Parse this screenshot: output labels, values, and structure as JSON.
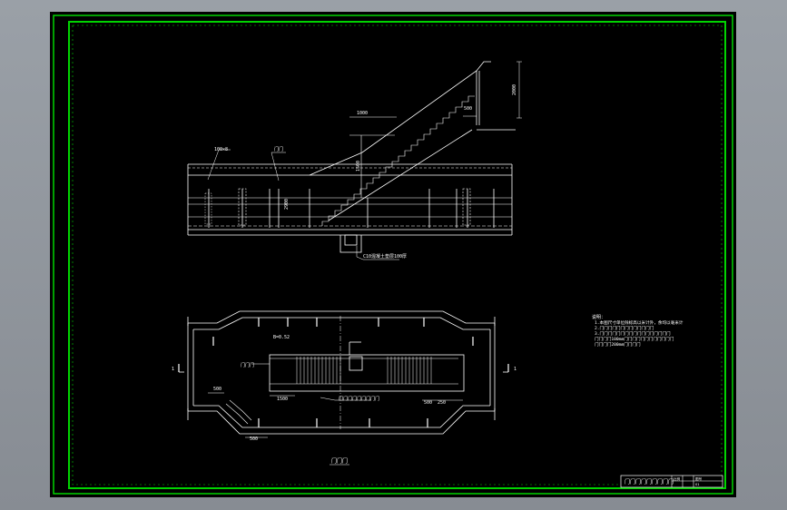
{
  "colors": {
    "background": "#000000",
    "frame": "#00d400",
    "linework": "#ffffff",
    "viewer": "#8f949b"
  },
  "drawing": {
    "elevation_labels": {
      "dim_top_run": "1000",
      "dim_vertical": "2000",
      "dim_landing": "500",
      "dim_riser": "1500",
      "dim_mid": "2900",
      "leader_left": "100×8",
      "leader_right": "门门",
      "leader_bottom": "C10混凝土垫层100厚"
    },
    "plan_labels": {
      "dim_top": "B=0.52",
      "dim_left": "500",
      "dim_center": "1500",
      "dim_right_a": "500",
      "dim_right_b": "250",
      "dim_bottom": "500",
      "callout_left": "门门门",
      "callout_bottom": "门门门门门门门门门",
      "section_left": "1",
      "section_right": "1"
    },
    "plan_title": "门门门",
    "notes": {
      "heading": "说明：",
      "lines": [
        "1.本图尺寸单位除标高以米计外，余均以毫米计",
        "2.门门门门门门门门门门门门门",
        "3.门门门门门门门门门门门门门门门门门",
        "门门门门100mm门门门门门门门门门门门门",
        "门门门门200mm门门门门"
      ]
    },
    "title_block": {
      "name": "门门门门门门门门门",
      "cell_a": "比例",
      "cell_b": "图号",
      "cell_c": "01"
    }
  }
}
